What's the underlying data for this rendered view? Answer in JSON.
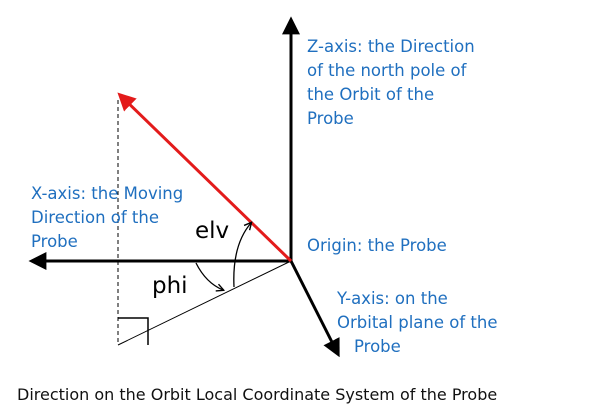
{
  "diagram": {
    "labels": {
      "z_axis": [
        "Z-axis: the Direction",
        "of the north pole of",
        "the Orbit of the",
        "Probe"
      ],
      "x_axis": [
        "X-axis: the Moving",
        "Direction of the",
        "Probe"
      ],
      "origin": "Origin: the Probe",
      "y_axis": [
        "Y-axis: on the",
        "Orbital plane of the",
        "Probe"
      ],
      "elv": "elv",
      "phi": "phi"
    },
    "caption": "Direction on the Orbit Local Coordinate System of the Probe",
    "colors": {
      "label_text": "#1f6fbf",
      "direction_vector": "#e31b1b",
      "axes": "#000000"
    }
  }
}
